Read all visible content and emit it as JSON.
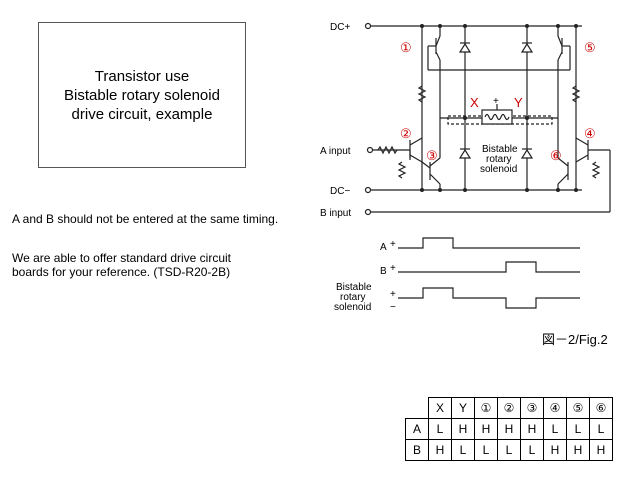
{
  "title_box": {
    "line1": "Transistor use",
    "line2": "Bistable rotary solenoid",
    "line3": "drive circuit, example"
  },
  "notes": {
    "timing": "A and B should  not be entered at the same timing.",
    "offer_line1": "We are able to offer standard drive circuit",
    "offer_line2": "boards for your reference. (TSD-R20-2B)"
  },
  "circuit": {
    "dc_plus": "DC+",
    "dc_minus": "DC−",
    "a_input": "A input",
    "b_input": "B input",
    "x": "X",
    "y": "Y",
    "plus": "+",
    "solenoid_line1": "Bistable",
    "solenoid_line2": "rotary",
    "solenoid_line3": "solenoid",
    "nums": [
      "①",
      "②",
      "③",
      "④",
      "⑤",
      "⑥"
    ]
  },
  "timing": {
    "a_label": "A",
    "b_label": "B",
    "sol_line1": "Bistable",
    "sol_line2": "rotary",
    "sol_line3": "solenoid",
    "plus": "+",
    "minus": "−",
    "fig_caption": "図－2/Fig.2"
  },
  "truth_table": {
    "columns": [
      "X",
      "Y",
      "①",
      "②",
      "③",
      "④",
      "⑤",
      "⑥"
    ],
    "rows": [
      {
        "label": "A",
        "cells": [
          "L",
          "H",
          "H",
          "H",
          "H",
          "L",
          "L",
          "L"
        ]
      },
      {
        "label": "B",
        "cells": [
          "H",
          "L",
          "L",
          "L",
          "L",
          "H",
          "H",
          "H"
        ]
      }
    ]
  },
  "colors": {
    "accent_red": "#cc0000",
    "line": "#222222"
  }
}
